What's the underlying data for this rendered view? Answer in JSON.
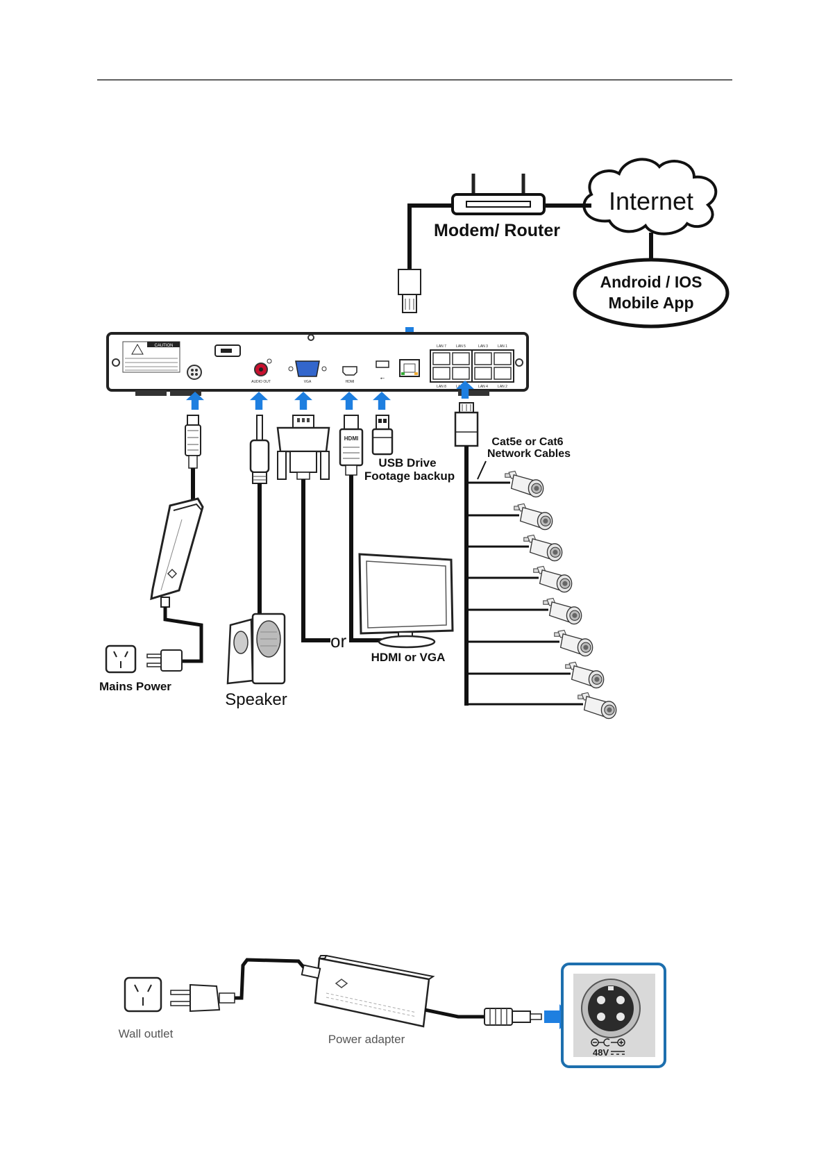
{
  "labels": {
    "internet": "Internet",
    "router": "Modem/ Router",
    "app_line1": "Android / IOS",
    "app_line2": "Mobile App",
    "cables_line1": "Cat5e or Cat6",
    "cables_line2": "Network Cables",
    "usb_line1": "USB Drive",
    "usb_line2": "Footage backup",
    "or": "or",
    "monitor": "HDMI or VGA",
    "mains": "Mains Power",
    "speaker": "Speaker",
    "wall_outlet": "Wall outlet",
    "power_adapter": "Power adapter",
    "voltage": "48V"
  },
  "nvr": {
    "caution": "CAUTION",
    "audio_out": "AUDIO OUT",
    "vga": "VGA",
    "hdmi": "HDMI",
    "hdmi_plug": "HDMI",
    "lan_top": [
      "LAN 7",
      "LAN 5",
      "LAN 3",
      "LAN 1"
    ],
    "lan_bottom": [
      "LAN 8",
      "LAN 6",
      "LAN 4",
      "LAN 2"
    ]
  },
  "colors": {
    "arrow": "#1e7fe0",
    "line": "#111111",
    "frame": "#1d6fae"
  },
  "icons": {
    "power_connector": "din-power-icon",
    "camera": "bullet-camera-icon"
  }
}
